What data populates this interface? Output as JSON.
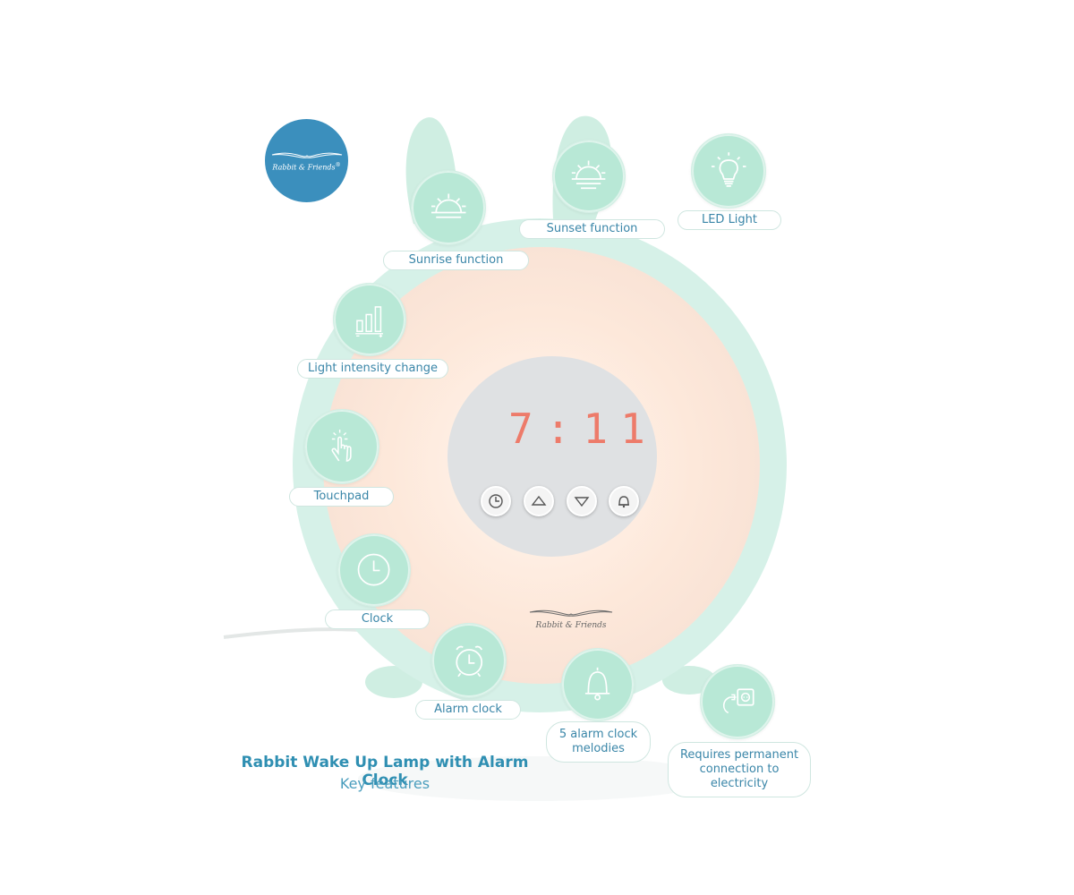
{
  "brand": {
    "logo_text": "Rabbit & Friends",
    "logo_mark": "®",
    "device_logo_text": "Rabbit & Friends"
  },
  "clock_display": {
    "time": "7:11",
    "digit_color": "#f06a55"
  },
  "device_buttons": [
    {
      "icon": "clock-icon"
    },
    {
      "icon": "arrow-up-icon"
    },
    {
      "icon": "arrow-down-icon"
    },
    {
      "icon": "bell-icon"
    }
  ],
  "features": {
    "sunrise": "Sunrise function",
    "sunset": "Sunset function",
    "led": "LED Light",
    "intensity": "Light intensity change",
    "touchpad": "Touchpad",
    "clock": "Clock",
    "alarm": "Alarm clock",
    "melodies_line1": "5 alarm clock",
    "melodies_line2": "melodies",
    "power_line1": "Requires permanent",
    "power_line2": "connection to electricity"
  },
  "caption": {
    "title": "Rabbit Wake Up Lamp with Alarm Clock",
    "subtitle": "Key features"
  },
  "colors": {
    "mint": "#b8e8d6",
    "brand_blue": "#3b8fbd",
    "label_blue": "#3a86a8",
    "glow": "#fde6d6"
  }
}
